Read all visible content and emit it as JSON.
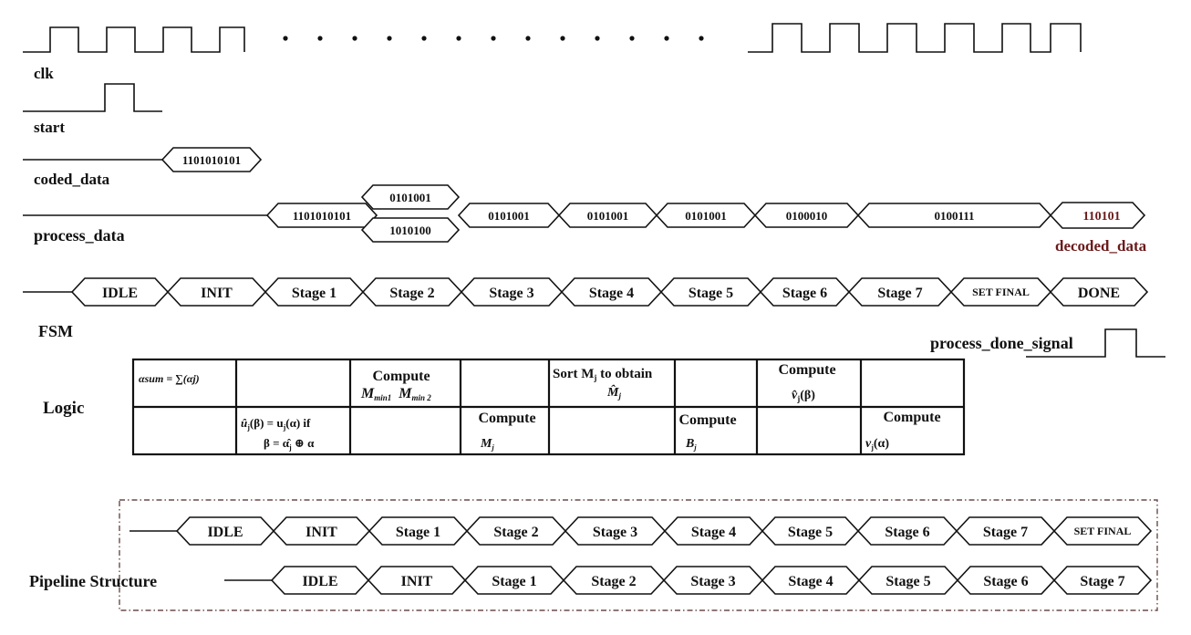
{
  "signals": {
    "clk": "clk",
    "start": "start",
    "coded_data": "coded_data",
    "process_data": "process_data",
    "decoded_data": "decoded_data",
    "fsm": "FSM",
    "process_done_signal": "process_done_signal",
    "logic": "Logic",
    "pipeline": "Pipeline Structure"
  },
  "coded_data_value": "1101010101",
  "process_data_values": [
    "1101010101",
    "0101001",
    "1010100",
    "0101001",
    "0101001",
    "0101001",
    "0100010",
    "0100111"
  ],
  "decoded_value": "110101",
  "fsm_states": [
    "IDLE",
    "INIT",
    "Stage 1",
    "Stage 2",
    "Stage 3",
    "Stage 4",
    "Stage 5",
    "Stage 6",
    "Stage 7",
    "SET FINAL",
    "DONE"
  ],
  "logic_table": {
    "row1": {
      "c1": "αsum = ∑(αj)",
      "c3a": "Compute",
      "c3b": "M",
      "c3b_sub": "min1",
      "c3c": "M",
      "c3c_sub": "min 2",
      "c5a": "Sort M",
      "c5a_sub": "j",
      "c5a_rest": " to obtain",
      "c5b": "M̂",
      "c5b_sub": "j",
      "c7a": "Compute",
      "c7b": "v̂",
      "c7b_sub": "j",
      "c7b_rest": "(β)"
    },
    "row2": {
      "c2a": "û",
      "c2a_sub": "j",
      "c2a_rest": "(β) = u",
      "c2a_sub2": "j",
      "c2a_rest2": "(α) if",
      "c2b": "β = α̂",
      "c2b_sub": "j",
      "c2b_rest": " ⊕ α",
      "c4a": "Compute",
      "c4b": "M",
      "c4b_sub": "j",
      "c6a": "Compute",
      "c6b": "B",
      "c6b_sub": "j",
      "c8a": "Compute",
      "c8b": "v",
      "c8b_sub": "j",
      "c8b_rest": "(α)"
    }
  },
  "pipeline_row1": [
    "IDLE",
    "INIT",
    "Stage 1",
    "Stage 2",
    "Stage 3",
    "Stage 4",
    "Stage 5",
    "Stage 6",
    "Stage 7",
    "SET FINAL"
  ],
  "pipeline_row2": [
    "IDLE",
    "INIT",
    "Stage 1",
    "Stage 2",
    "Stage 3",
    "Stage 4",
    "Stage 5",
    "Stage 6",
    "Stage 7"
  ],
  "colors": {
    "decoded": "#6b1a1a",
    "ink": "#111111",
    "border": "#6b4a4a"
  }
}
